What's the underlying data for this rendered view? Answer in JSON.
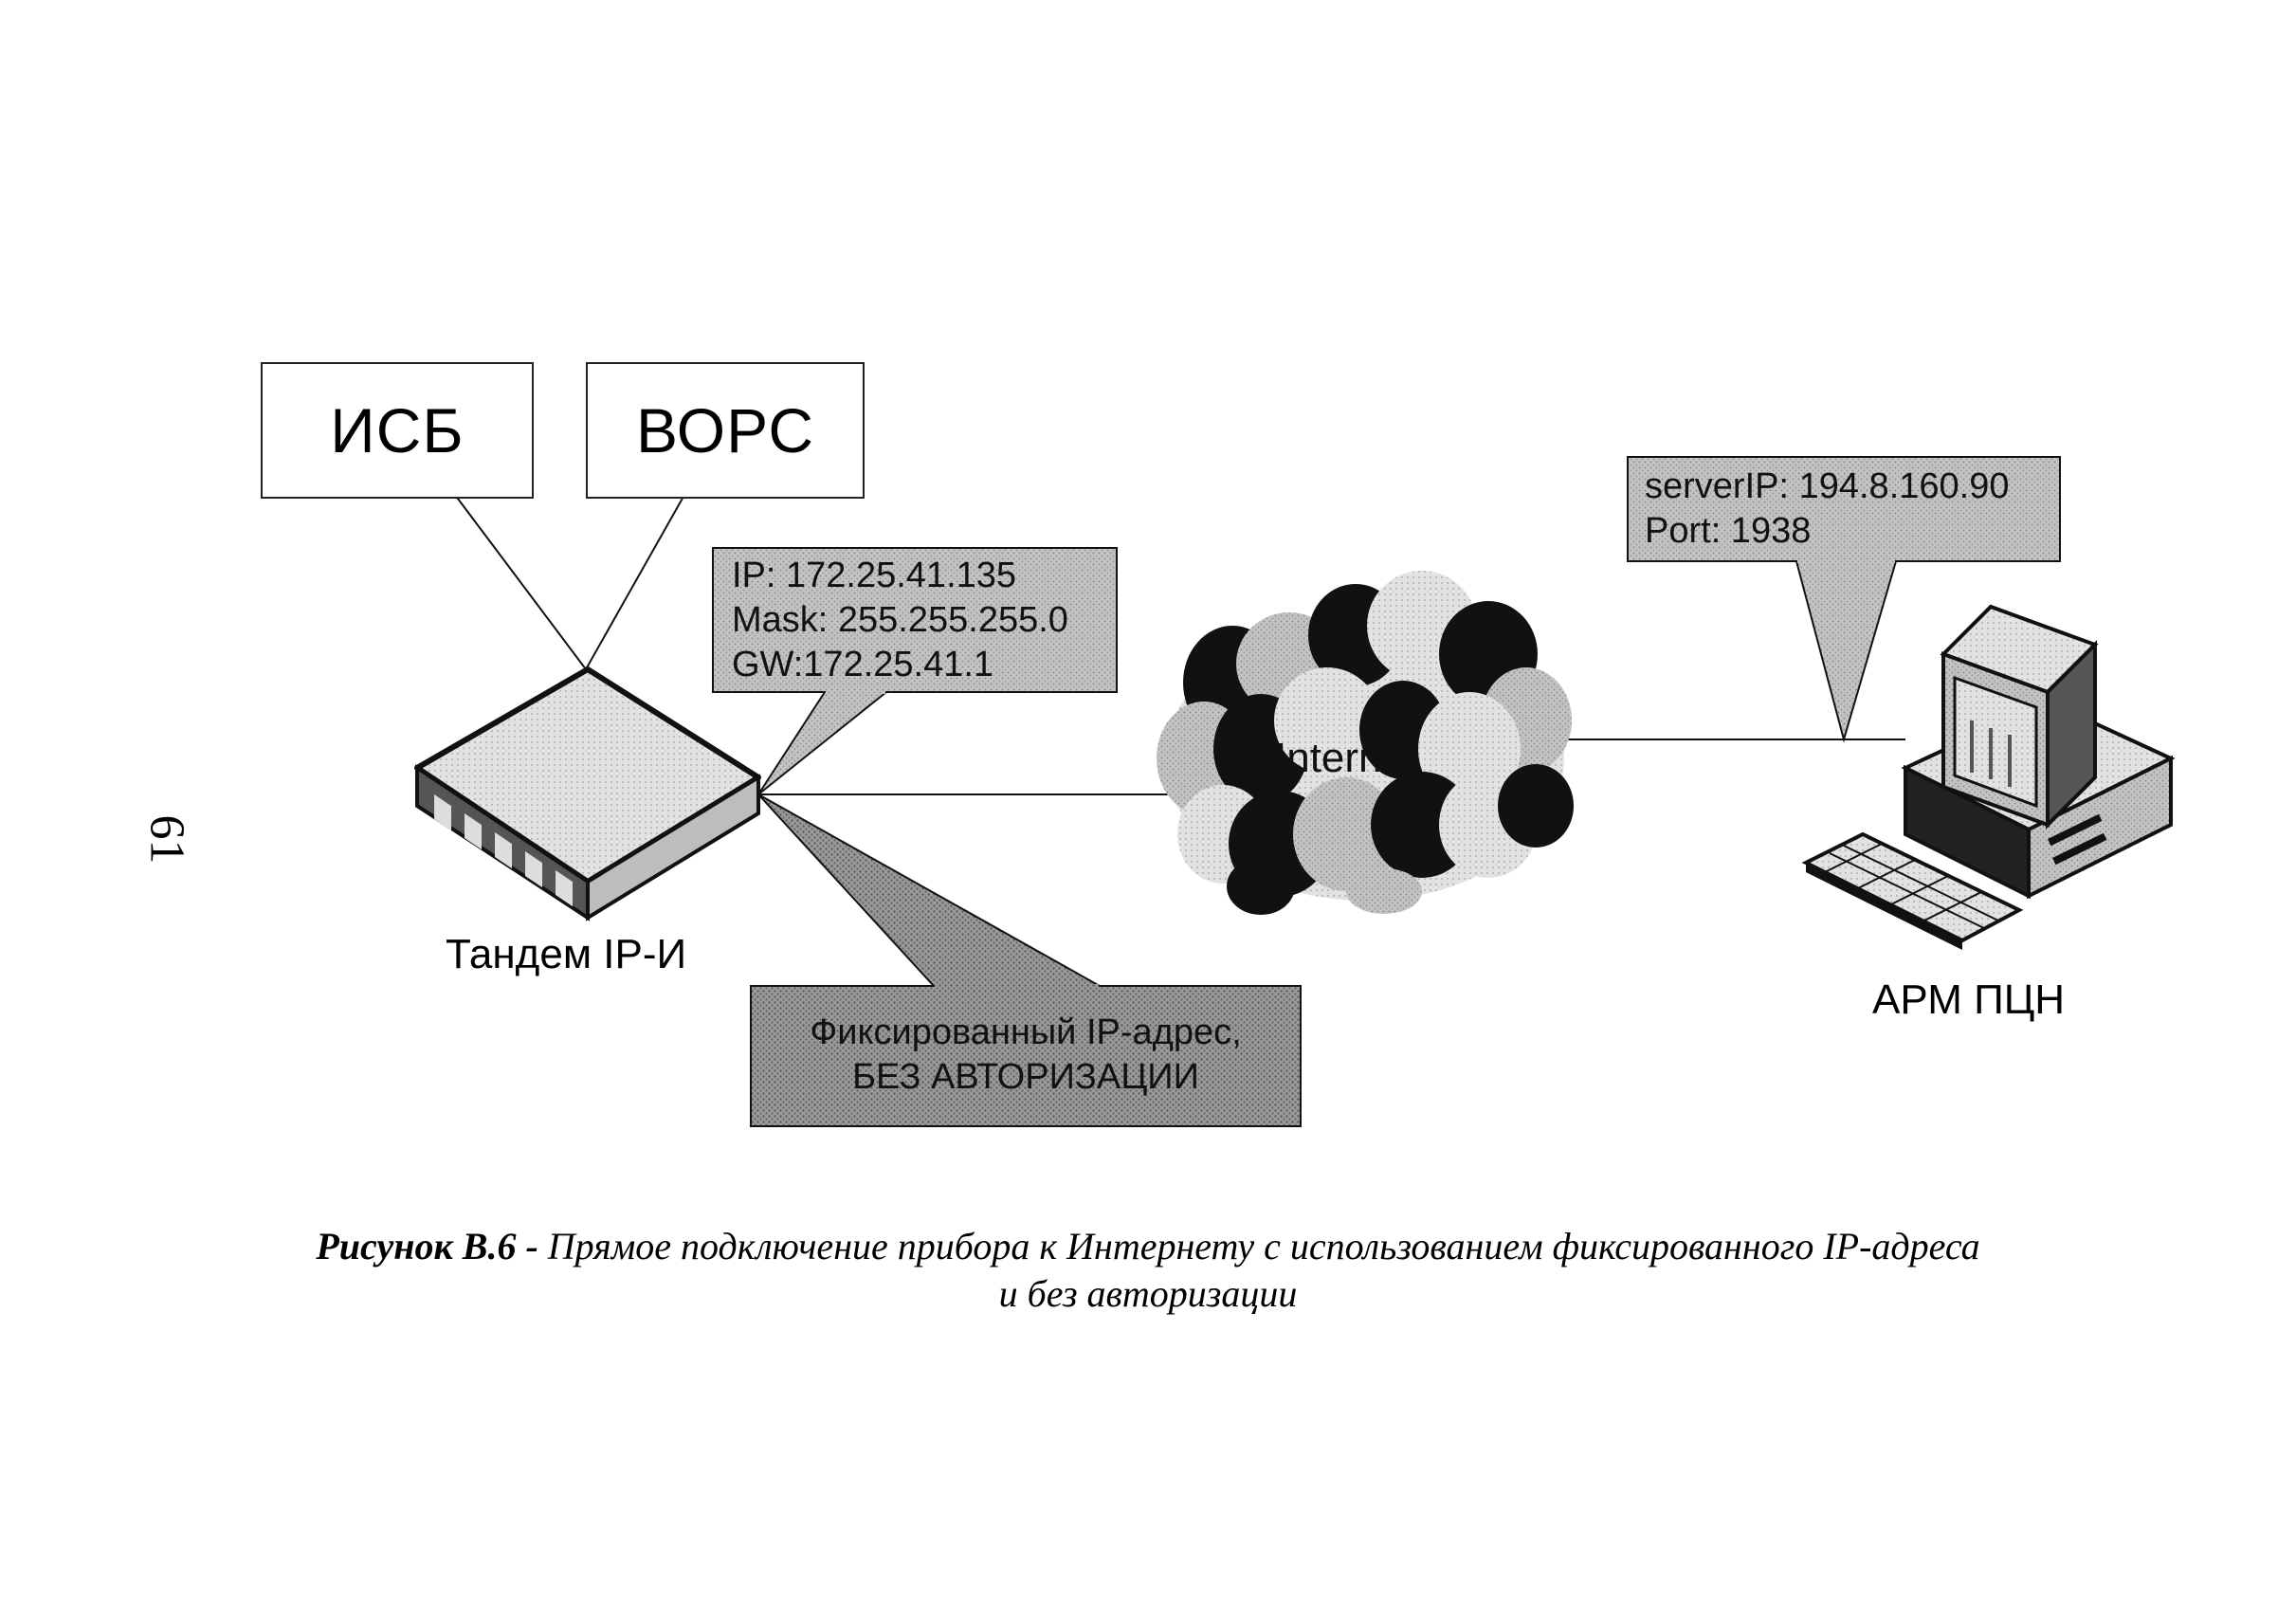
{
  "page_number": "61",
  "devices": {
    "isb": "ИСБ",
    "vors": "ВОРС",
    "tandem_label": "Тандем IP-И",
    "cloud_label": "Internet",
    "arm_label": "АРМ ПЦН"
  },
  "callouts": {
    "device_ip": [
      "IP: 172.25.41.135",
      "Mask: 255.255.255.0",
      "GW:172.25.41.1"
    ],
    "server": [
      "serverIP: 194.8.160.90",
      "Port: 1938"
    ],
    "fixed": [
      "Фиксированный IP-адрес,",
      "БЕЗ АВТОРИЗАЦИИ"
    ]
  },
  "caption": {
    "figure_label": "Рисунок В.6 -",
    "line1": "Прямое подключение прибора к Интернету с использованием фиксированного IP-адреса",
    "line2": "и без авторизации"
  },
  "colors": {
    "callout_light": "#b8b8b8",
    "callout_dark": "#8c8c8c",
    "ink": "#111111"
  }
}
